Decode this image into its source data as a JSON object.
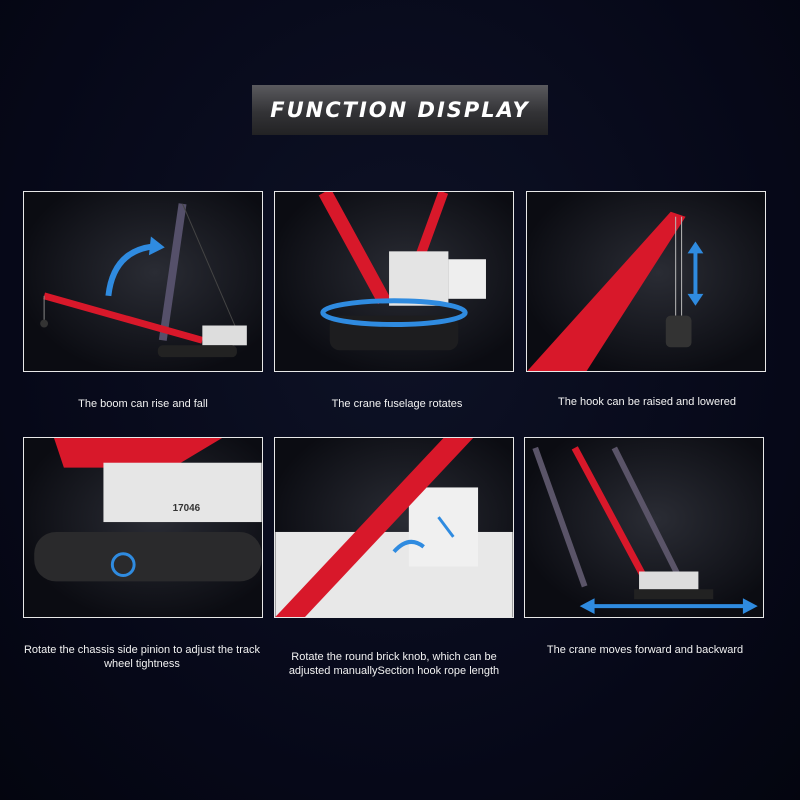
{
  "title": "FUNCTION DISPLAY",
  "features": [
    {
      "caption": "The boom can rise and fall"
    },
    {
      "caption": "The crane fuselage rotates"
    },
    {
      "caption": "The hook can be raised and lowered"
    },
    {
      "caption": "Rotate the chassis side pinion to adjust the track wheel tightness",
      "label": "17046"
    },
    {
      "caption": "Rotate the round brick knob, which can be adjusted manuallySection hook rope length"
    },
    {
      "caption": "The crane moves forward and backward"
    }
  ],
  "colors": {
    "boom": "#d8182a",
    "arrow": "#2f8be0",
    "frame": "#e8e8e8"
  }
}
